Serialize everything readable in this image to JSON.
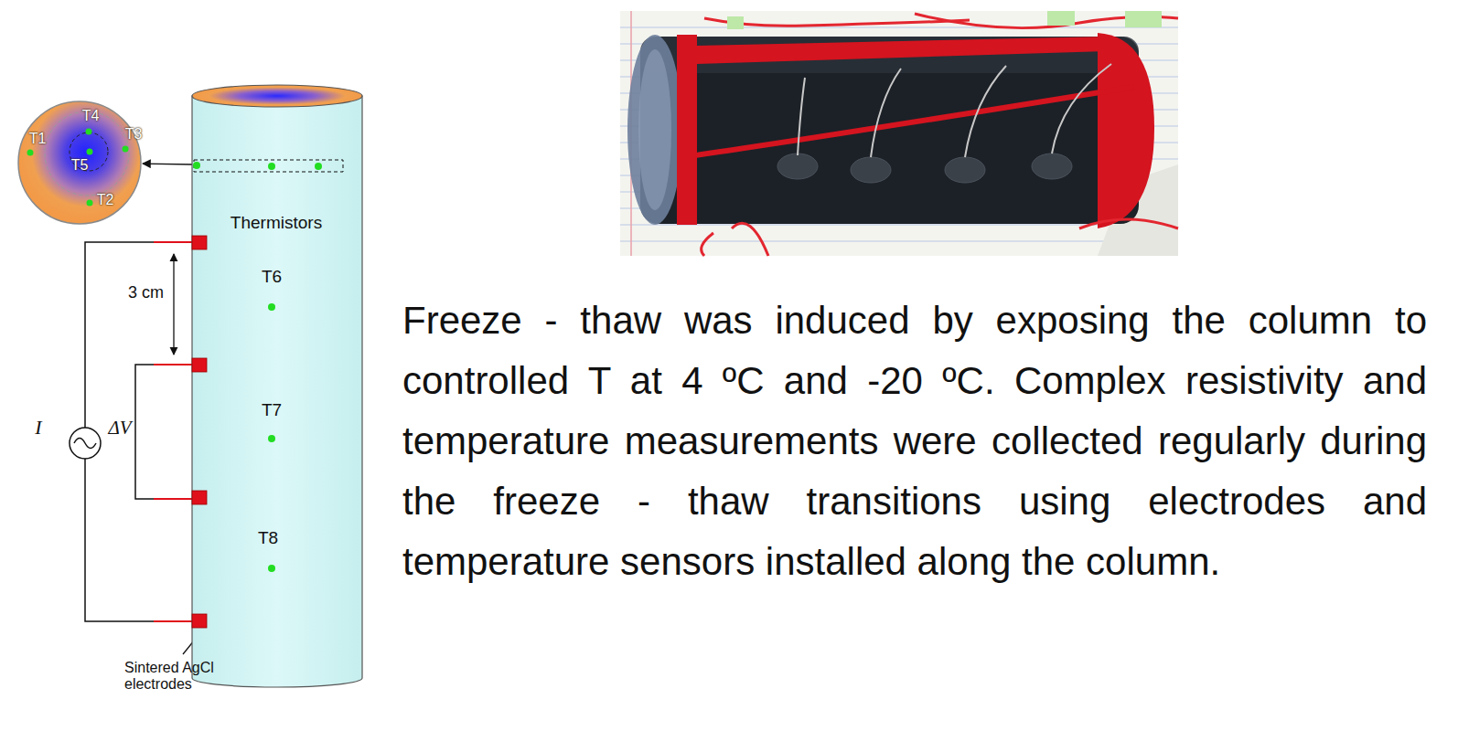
{
  "diagram": {
    "nodes": [
      {
        "text": [
          "T1",
          "T4",
          "T3",
          "T5",
          "T2"
        ]
      },
      {
        "text": [
          "Thermistors",
          "T6",
          "T7",
          "T8"
        ]
      }
    ],
    "edges": [
      {
        "from": 1,
        "to": 0,
        "arrow": "to"
      }
    ],
    "labels": [
      "3 cm",
      "I",
      "ΔV",
      "Sintered AgCl electrodes",
      "Freeze - thaw was induced by exposing the column to controlled T at 4 ºC and -20 ºC. Complex resistivity and temperature measurements were collected regularly during the freeze - thaw transitions using electrodes and temperature sensors installed along the column."
    ]
  }
}
